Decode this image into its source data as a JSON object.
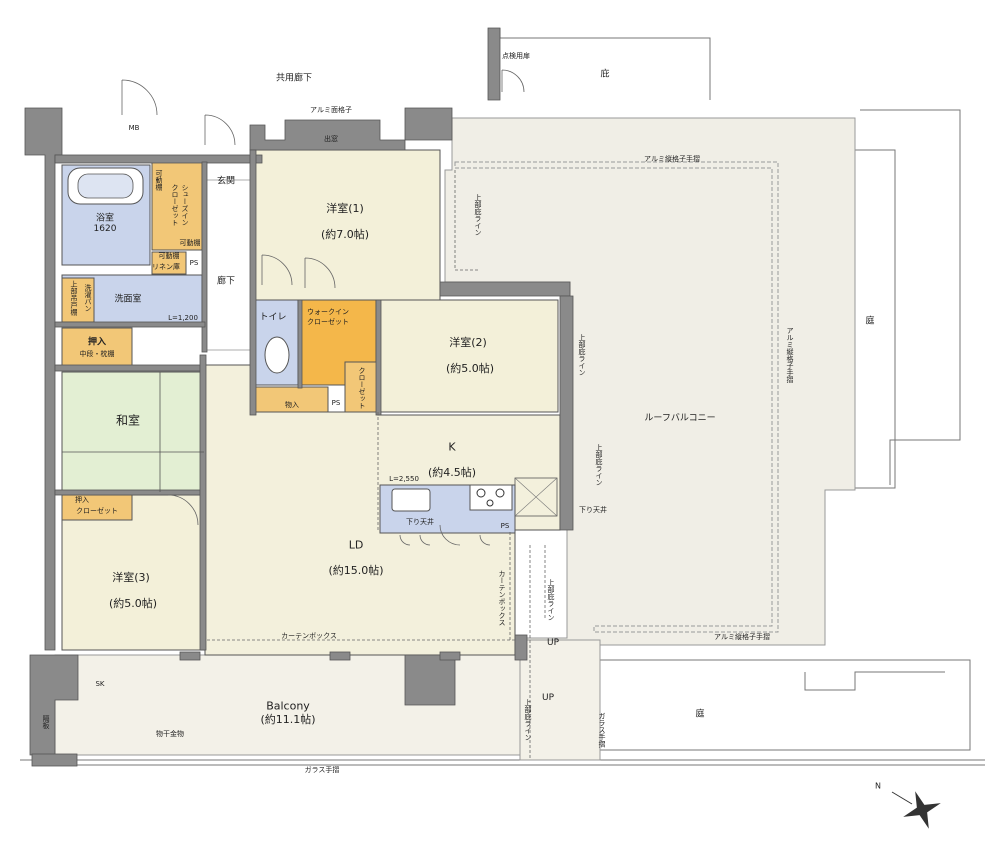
{
  "colors": {
    "wall": "#8a8a8a",
    "western_room": "#f3f0d9",
    "ldk": "#f3f0dc",
    "japanese_room": "#e3efd3",
    "wet_area": "#c9d4eb",
    "storage": "#f2c777",
    "closet_orange": "#f4b74a",
    "balcony": "#f3f1e8",
    "roof_balcony": "#f0eee6",
    "line": "#555555"
  },
  "labels": {
    "common_corridor": "共用廊下",
    "mb": "MB",
    "alumi_lattice_top": "アルミ面格子",
    "window_seat": "出窓",
    "inspection_door": "点検用扉",
    "garden_top": "庇",
    "genkan": "玄関",
    "hallway": "廊下",
    "bath": "浴室",
    "bath_size": "1620",
    "shoes_closet": "シューズイン\nクローゼット",
    "movable_shelf_a": "可動棚",
    "movable_shelf_b": "可動棚",
    "movable_shelf_c": "可動棚",
    "linen": "リネン庫",
    "ps_a": "PS",
    "ps_b": "PS",
    "ps_c": "PS",
    "washroom": "洗面室",
    "wash_pan": "洗濯パン",
    "upper_cabinet": "上部吊戸棚",
    "wash_len": "L=1,200",
    "oshiire_a": "押入",
    "oshiire_a_sub": "中段・枕棚",
    "washitsu": "和室",
    "oshiire_b": "押入",
    "closet_b": "クローゼット",
    "room1": "洋室(1)",
    "room1_size": "(約7.0帖)",
    "toilet": "トイレ",
    "walkin": "ウォークイン\nクローゼット",
    "storage": "物入",
    "room2": "洋室(2)",
    "room2_size": "(約5.0帖)",
    "closet_c": "クローゼット",
    "k": "K",
    "k_size": "(約4.5帖)",
    "k_len": "L=2,550",
    "hanging_ceiling_a": "下り天井",
    "hanging_ceiling_b": "下り天井",
    "ld": "LD",
    "ld_size": "(約15.0帖)",
    "curtain_box_v": "カーテンボックス",
    "curtain_box_h": "カーテンボックス",
    "room3": "洋室(3)",
    "room3_size": "(約5.0帖)",
    "upper_floor_line_a": "上部庇ライン",
    "upper_floor_line_b": "上部庇ライン",
    "upper_floor_line_c": "上部庇ライン",
    "upper_floor_line_d": "上部庇ライン",
    "upper_floor_line_e": "上部庇ライン",
    "roof_balcony": "ルーフバルコニー",
    "alumi_rail_top": "アルミ縦格子手摺",
    "alumi_rail_right": "アルミ縦格子手摺",
    "alumi_rail_bottom": "アルミ縦格子手摺",
    "garden_right": "庭",
    "garden_bottom": "庭",
    "up_a": "UP",
    "up_b": "UP",
    "balcony": "Balcony",
    "balcony_size": "(約11.1帖)",
    "drying": "物干金物",
    "glass_rail_bottom": "ガラス手摺",
    "glass_rail_right": "ガラス手摺",
    "sk": "SK",
    "partition": "隔板",
    "compass_n": "N"
  }
}
